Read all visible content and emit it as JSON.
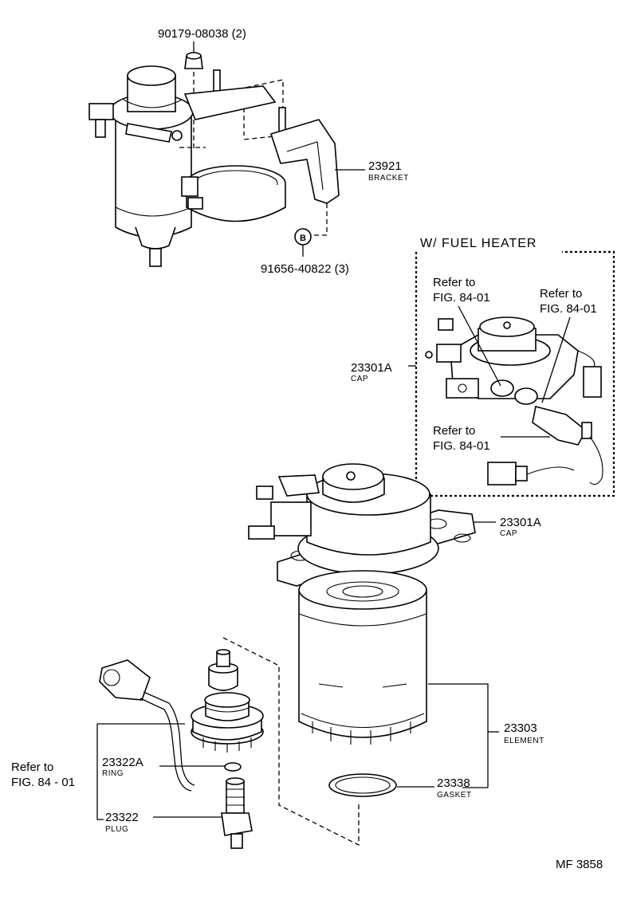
{
  "callouts": {
    "nut_pn": "90179-08038 (2)",
    "bracket_pn": "23921",
    "bracket_name": "BRACKET",
    "bolt_ref": "B",
    "bolt_pn": "91656-40822 (3)",
    "heater_title": "W/ FUEL HEATER",
    "cap_heater_pn": "23301A",
    "cap_heater_name": "CAP",
    "cap_pn": "23301A",
    "cap_name": "CAP",
    "element_pn": "23303",
    "element_name": "ELEMENT",
    "gasket_pn": "23338",
    "gasket_name": "GASKET",
    "ring_pn": "23322A",
    "ring_name": "RING",
    "plug_pn": "23322",
    "plug_name": "PLUG"
  },
  "refs": [
    {
      "line1": "Refer to",
      "line2": "FIG. 84-01"
    },
    {
      "line1": "Refer to",
      "line2": "FIG. 84-01"
    },
    {
      "line1": "Refer to",
      "line2": "FIG. 84-01"
    },
    {
      "line1": "Refer to",
      "line2": "FIG. 84 - 01"
    }
  ],
  "figure_code": "MF 3858"
}
